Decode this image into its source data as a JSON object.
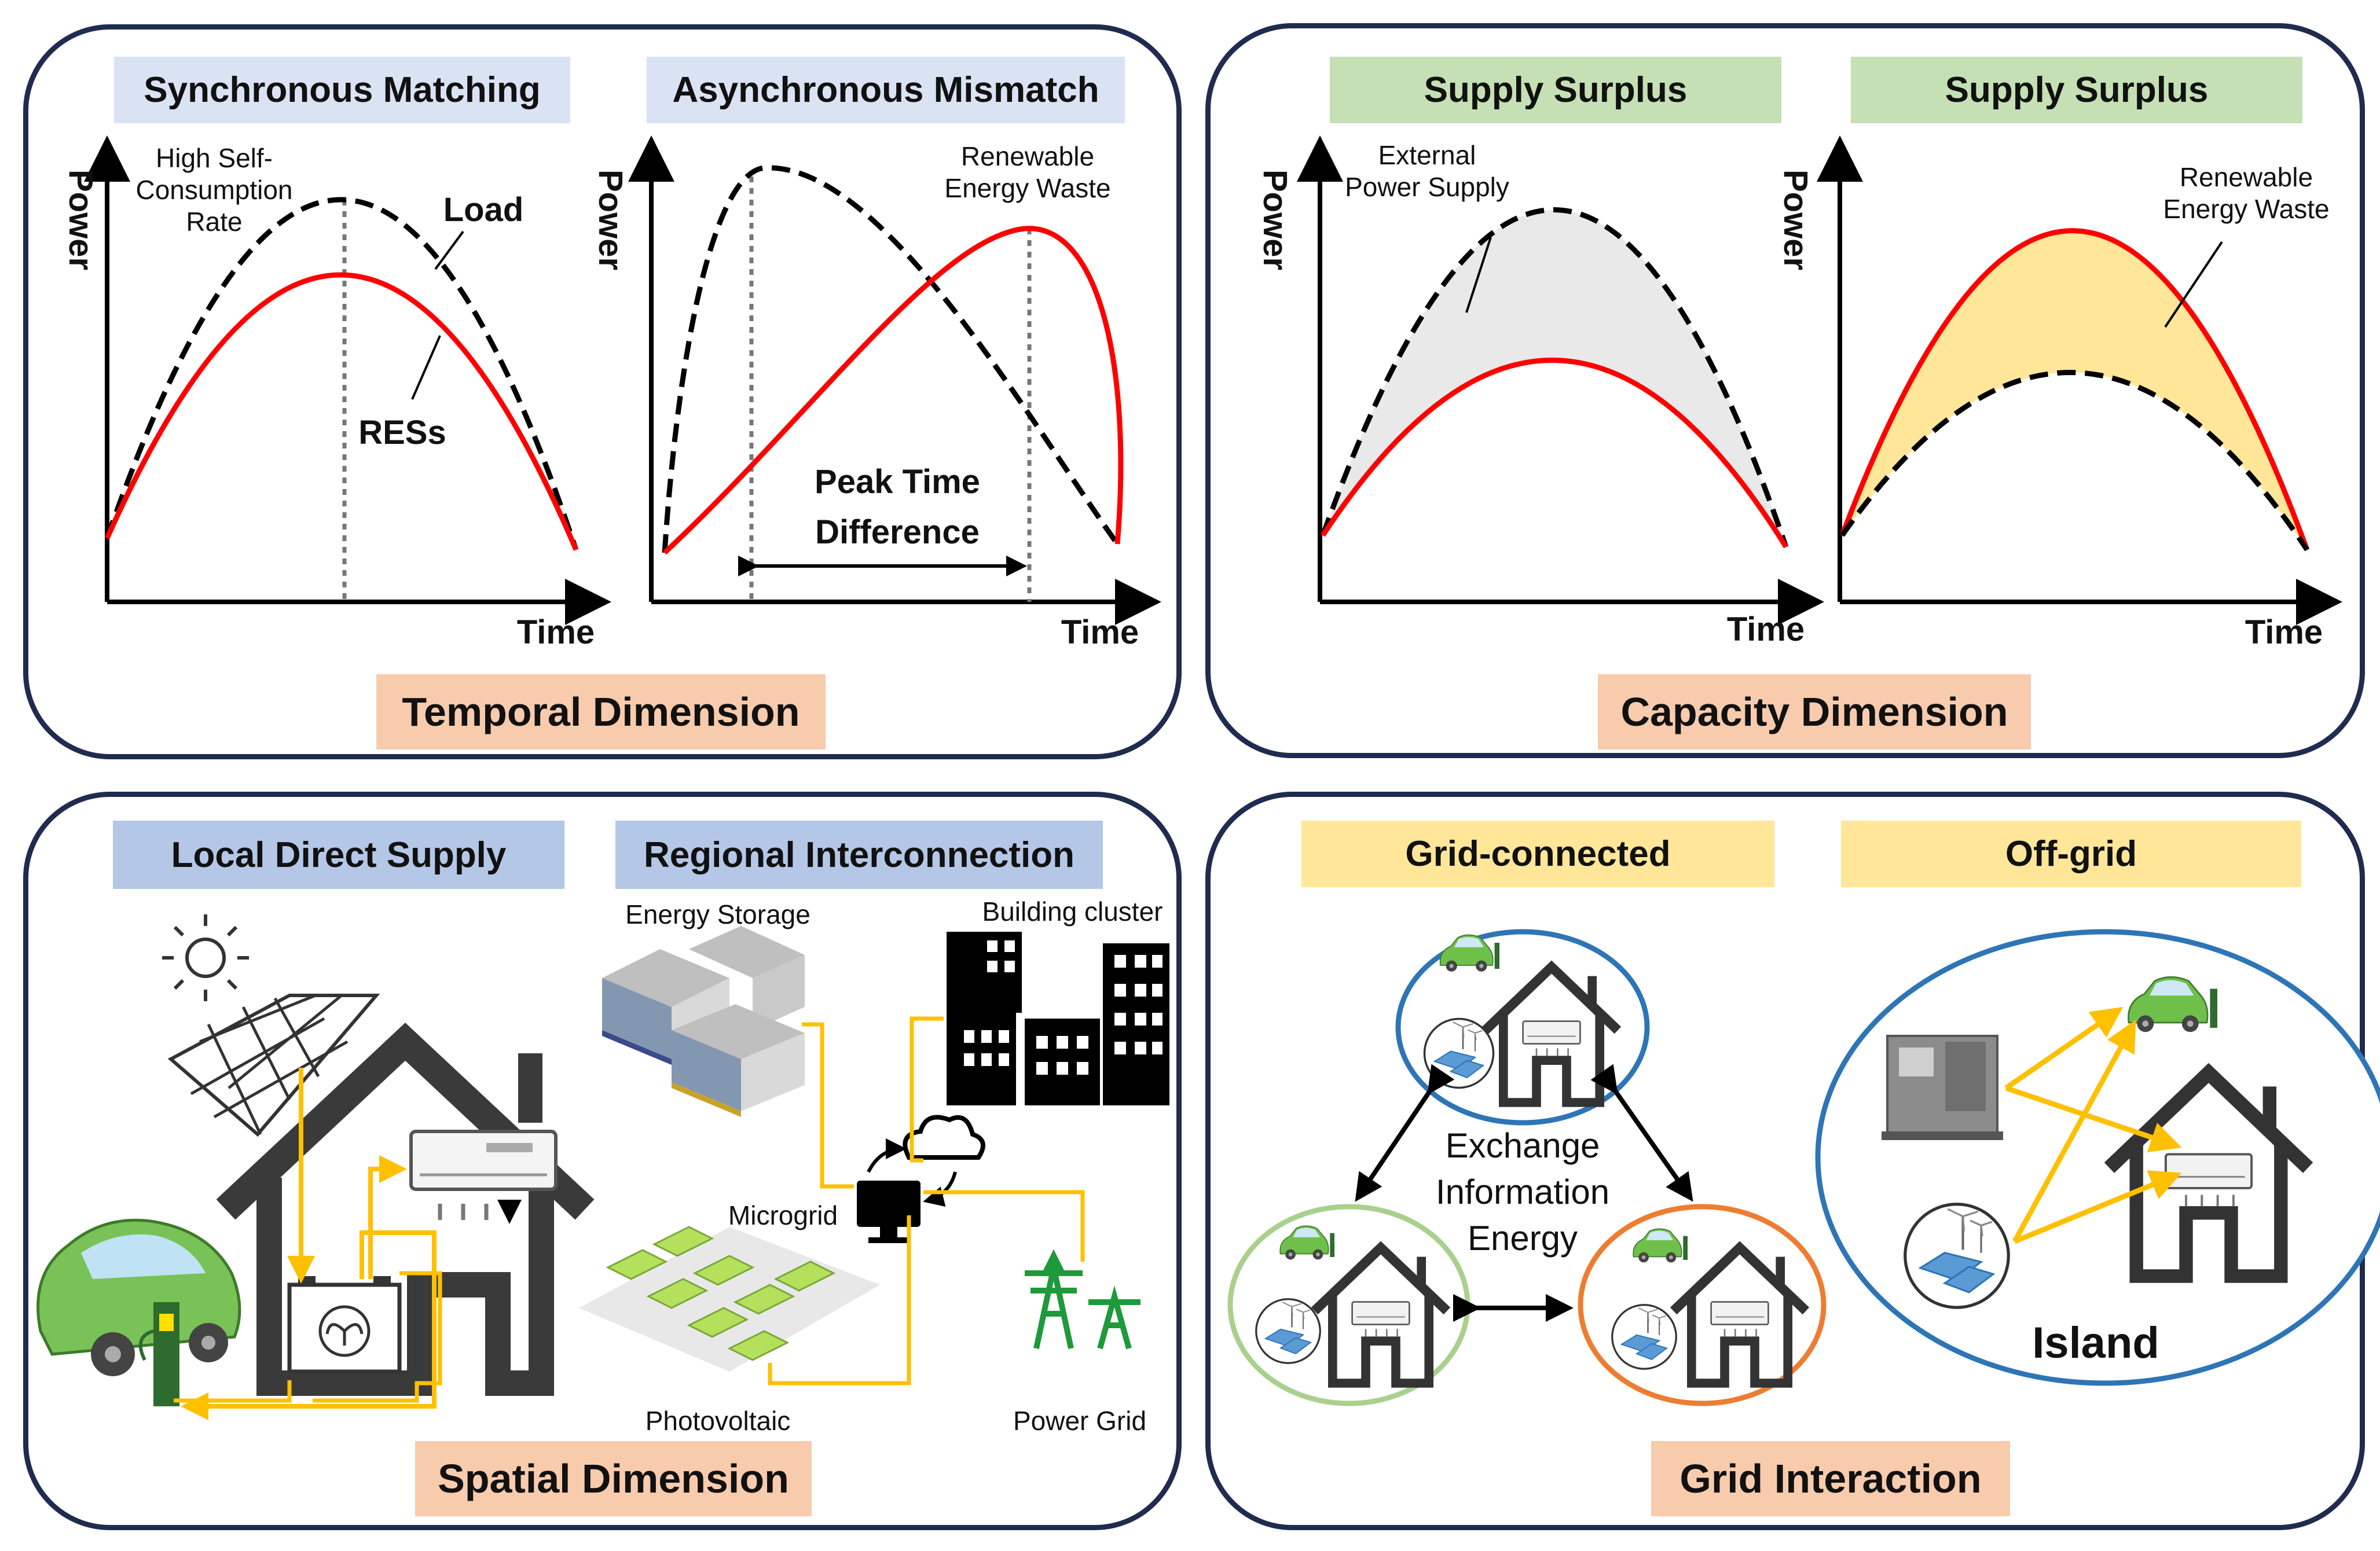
{
  "colors": {
    "border": "#1f2c4f",
    "load": "#000000",
    "res": "#ff0000",
    "arrow": "#ffc000"
  },
  "temporal": {
    "title": "Temporal Dimension",
    "sync": {
      "title": "Synchronous Matching",
      "annot_line1": "High Self-",
      "annot_line2": "Consumption",
      "annot_line3": "Rate",
      "load_label": "Load",
      "res_label": "RESs"
    },
    "async": {
      "title": "Asynchronous Mismatch",
      "annot_line1": "Renewable",
      "annot_line2": "Energy Waste",
      "peak_line1": "Peak Time",
      "peak_line2": "Difference"
    }
  },
  "capacity": {
    "title": "Capacity Dimension",
    "left": {
      "title": "Supply Surplus",
      "annot_line1": "External",
      "annot_line2": "Power Supply"
    },
    "right": {
      "title": "Supply Surplus",
      "annot_line1": "Renewable",
      "annot_line2": "Energy Waste"
    }
  },
  "axes": {
    "y": "Power",
    "x": "Time"
  },
  "spatial": {
    "title": "Spatial Dimension",
    "local": "Local Direct Supply",
    "regional": "Regional Interconnection",
    "energy_storage": "Energy Storage",
    "building_cluster": "Building cluster",
    "microgrid": "Microgrid",
    "photovoltaic": "Photovoltaic",
    "power_grid": "Power Grid"
  },
  "grid": {
    "title": "Grid Interaction",
    "connected": "Grid-connected",
    "offgrid": "Off-grid",
    "exchange_line1": "Exchange",
    "exchange_line2": "Information",
    "exchange_line3": "Energy",
    "island": "Island"
  },
  "icons": [
    "sun-icon",
    "solar-panel-icon",
    "house-icon",
    "ev-car-icon",
    "charger-icon",
    "battery-icon",
    "air-conditioner-icon",
    "storage-container-icon",
    "building-icon",
    "computer-icon",
    "cloud-icon",
    "pv-array-icon",
    "transmission-tower-icon",
    "wind-turbine-icon",
    "generator-icon"
  ]
}
